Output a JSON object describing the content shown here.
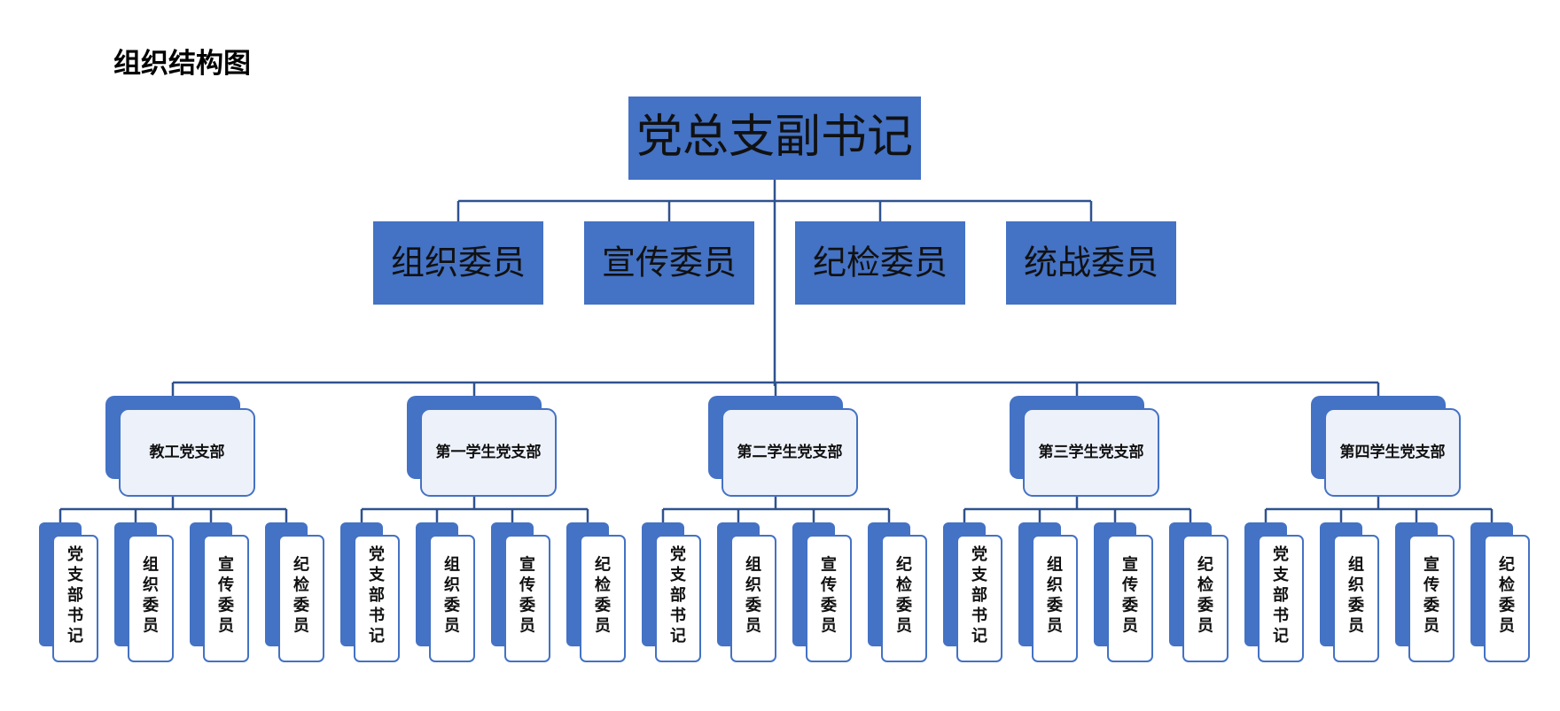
{
  "title": "组织结构图",
  "colors": {
    "primary_fill": "#4472C4",
    "card_fill": "#EDF1FA",
    "card_stroke": "#4472C4",
    "connector": "#2F528F"
  },
  "root": {
    "label": "党总支副书记"
  },
  "committee": [
    {
      "label": "组织委员"
    },
    {
      "label": "宣传委员"
    },
    {
      "label": "纪检委员"
    },
    {
      "label": "统战委员"
    }
  ],
  "branches": [
    {
      "label": "教工党支部",
      "members": [
        "党支部书记",
        "组织委员",
        "宣传委员",
        "纪检委员"
      ]
    },
    {
      "label": "第一学生党支部",
      "members": [
        "党支部书记",
        "组织委员",
        "宣传委员",
        "纪检委员"
      ]
    },
    {
      "label": "第二学生党支部",
      "members": [
        "党支部书记",
        "组织委员",
        "宣传委员",
        "纪检委员"
      ]
    },
    {
      "label": "第三学生党支部",
      "members": [
        "党支部书记",
        "组织委员",
        "宣传委员",
        "纪检委员"
      ]
    },
    {
      "label": "第四学生党支部",
      "members": [
        "党支部书记",
        "组织委员",
        "宣传委员",
        "纪检委员"
      ]
    }
  ]
}
